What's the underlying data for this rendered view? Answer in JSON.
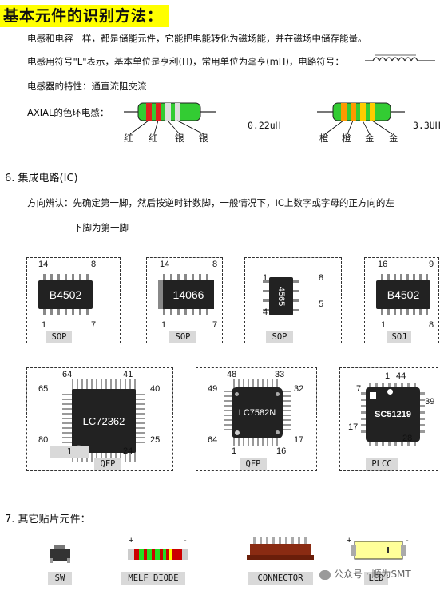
{
  "title": "基本元件的识别方法：",
  "inductor": {
    "line1": "电感和电容一样，都是储能元件，它能把电能转化为磁场能，并在磁场中储存能量。",
    "line2": "电感用符号\"L\"表示，基本单位是亨利(H)，常用单位为毫亨(mH)，电路符号：",
    "line3": "电感器的特性：通直流阻交流",
    "axial_label": "AXIAL的色环电感：",
    "example1": {
      "colors": [
        "红",
        "红",
        "银",
        "银"
      ],
      "value": "0.22uH"
    },
    "example2": {
      "colors": [
        "橙",
        "橙",
        "金",
        "金"
      ],
      "value": "3.3UH"
    }
  },
  "ic": {
    "heading": "6. 集成电路(IC)",
    "desc1": "方向辨认：先确定第一脚，然后按逆时针数脚，一般情况下，IC上数字或字母的正方向的左",
    "desc2": "下脚为第一脚",
    "packages": [
      {
        "chip": "B4502",
        "pins": [
          "14",
          "8",
          "1",
          "7"
        ],
        "type": "SOP"
      },
      {
        "chip": "14066",
        "pins": [
          "14",
          "8",
          "1",
          "7"
        ],
        "type": "SOP"
      },
      {
        "chip": "4565",
        "pins": [
          "1",
          "8",
          "5",
          "4"
        ],
        "type": "SOP"
      },
      {
        "chip": "B4502",
        "pins": [
          "16",
          "9",
          "1",
          "8"
        ],
        "type": "SOJ"
      }
    ],
    "qfp1": {
      "chip": "LC72362",
      "pins": [
        "64",
        "41",
        "65",
        "40",
        "80",
        "25",
        "1",
        "24"
      ],
      "type": "QFP"
    },
    "qfp2": {
      "chip": "LC7582N",
      "pins": [
        "48",
        "33",
        "49",
        "32",
        "64",
        "17",
        "1",
        "16"
      ],
      "type": "QFP"
    },
    "plcc": {
      "chip": "SC51219",
      "pins": [
        "1",
        "44",
        "7",
        "39",
        "17",
        "28"
      ],
      "type": "PLCC"
    }
  },
  "other": {
    "heading": "7. 其它贴片元件：",
    "labels": [
      "SW",
      "MELF DIODE",
      "CONNECTOR",
      "LED"
    ],
    "signs": {
      "diode_plus": "+",
      "diode_minus": "-",
      "led_plus": "+",
      "led_minus": "-"
    },
    "watermark": "公众号 · 顺为SMT"
  },
  "colors": {
    "highlight": "#ffff00",
    "band_green": "#33cc33",
    "band_red": "#e02020",
    "band_orange": "#ff9900",
    "band_gold": "#ffcc00",
    "band_silver": "#dddddd"
  }
}
